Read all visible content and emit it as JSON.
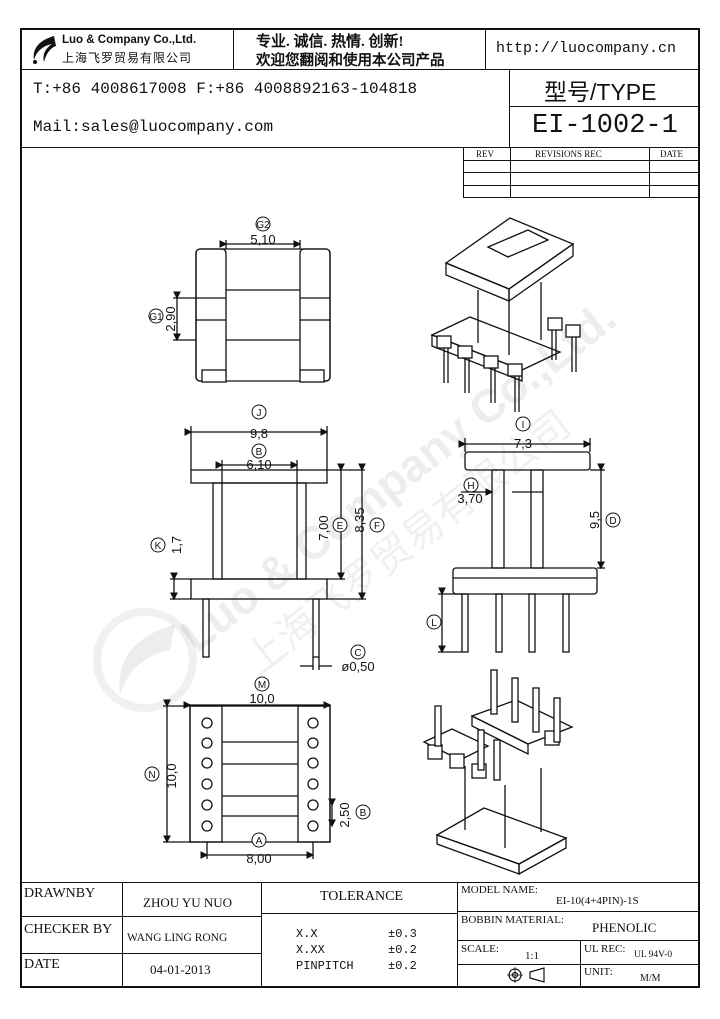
{
  "header": {
    "company_en": "Luo & Company Co.,Ltd.",
    "company_cn": "上海飞罗贸易有限公司",
    "slogan_1": "专业. 诚信.  热情.  创新!",
    "slogan_2": "欢迎您翻阅和使用本公司产品",
    "website": "http://luocompany.cn",
    "phone_fax": "T:+86 4008617008 F:+86 4008892163-104818",
    "mail": "Mail:sales@luocompany.com",
    "type_label": "型号/TYPE",
    "model": "EI-1002-1"
  },
  "revisions": {
    "col_rev": "REV",
    "col_rec": "REVISIONS REC",
    "col_date": "DATE"
  },
  "watermark": {
    "text_en": "Luo & Company Co.,Ltd.",
    "text_cn": "上海飞罗贸易有限公司"
  },
  "dims": {
    "G2": "G2",
    "G2_val": "5,10",
    "G1": "G1",
    "G1_val": "2,90",
    "J": "J",
    "J_val": "9,8",
    "B": "B",
    "B_val": "6,10",
    "K": "K",
    "K_val": "1,7",
    "E": "E",
    "E_val": "7,00",
    "F": "F",
    "F_val": "8,35",
    "C": "C",
    "C_val": "ø0,50",
    "I": "I",
    "I_val": "7,3",
    "H": "H",
    "H_val": "3,70",
    "D": "D",
    "D_val": "9,5",
    "L": "L",
    "M": "M",
    "M_val": "10,0",
    "N": "N",
    "N_val": "10,0",
    "Bpin": "B",
    "Bpin_val": "2,50",
    "A": "A",
    "A_val": "8,00"
  },
  "title_block": {
    "drawnby_label": "DRAWNBY",
    "drawnby": "ZHOU YU NUO",
    "checker_label": "CHECKER BY",
    "checker": "WANG LING RONG",
    "date_label": "DATE",
    "date": "04-01-2013",
    "tolerance_label": "TOLERANCE",
    "tol_xx_label": "X.X",
    "tol_xx": "±0.3",
    "tol_xxx_label": "X.XX",
    "tol_xxx": "±0.2",
    "tol_pin_label": "PINPITCH",
    "tol_pin": "±0.2",
    "model_name_label": "MODEL NAME:",
    "model_name": "EI-10(4+4PIN)-1S",
    "bobbin_label": "BOBBIN MATERIAL:",
    "bobbin": "PHENOLIC",
    "scale_label": "SCALE:",
    "scale": "1:1",
    "ul_label": "UL REC:",
    "ul": "UL 94V-0",
    "unit_label": "UNIT:",
    "unit": "M/M"
  }
}
